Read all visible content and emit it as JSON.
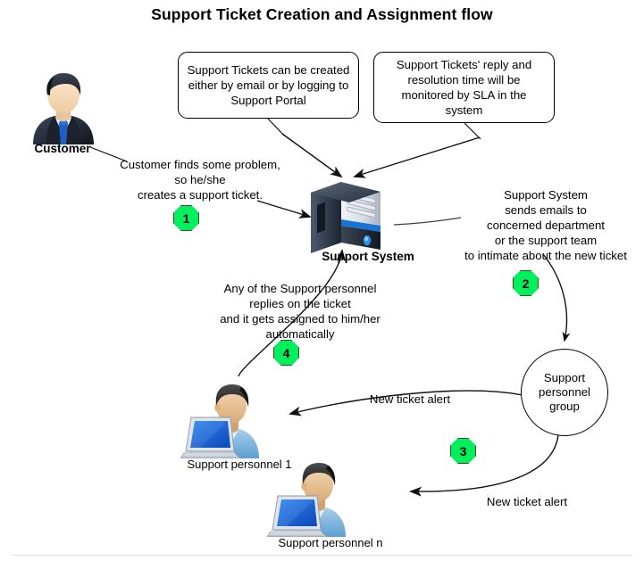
{
  "title": "Support Ticket Creation and Assignment flow",
  "callouts": [
    {
      "id": "email-portal",
      "text": "Support Tickets can be created either by email or by logging to Support Portal"
    },
    {
      "id": "sla",
      "text": "Support Tickets' reply and resolution time will be monitored by SLA in the system"
    }
  ],
  "nodes": {
    "customer_label": "Customer",
    "server_label": "Support System",
    "group_label": "Support\npersonnel\ngroup",
    "personnel_1_label": "Support personnel 1",
    "personnel_n_label": "Support personnel n"
  },
  "flow_texts": {
    "customer_action": "Customer finds some problem,\nso he/she\ncreates a support ticket.",
    "system_emails": "Support System\nsends emails to\nconcerned department\nor the support team\nto intimate about the new ticket",
    "auto_assign": "Any of the Support personnel\nreplies on the ticket\nand it gets assigned to him/her\nautomatically",
    "alert_1": "New ticket alert",
    "alert_2": "New ticket alert"
  },
  "badges": [
    {
      "label": "1"
    },
    {
      "label": "2"
    },
    {
      "label": "3"
    },
    {
      "label": "4"
    }
  ],
  "colors": {
    "badge_fill": "#00ef5c",
    "badge_border": "#4a4a20",
    "line": "#1a1a1a",
    "background": "#ffffff",
    "suit": "#2b3442",
    "tie": "#1f5fc4",
    "shirt_personnel": "#7fb4dd",
    "laptop_screen": "#1767d8",
    "server_body": "#2a3545",
    "server_accent": "#1673d8"
  }
}
